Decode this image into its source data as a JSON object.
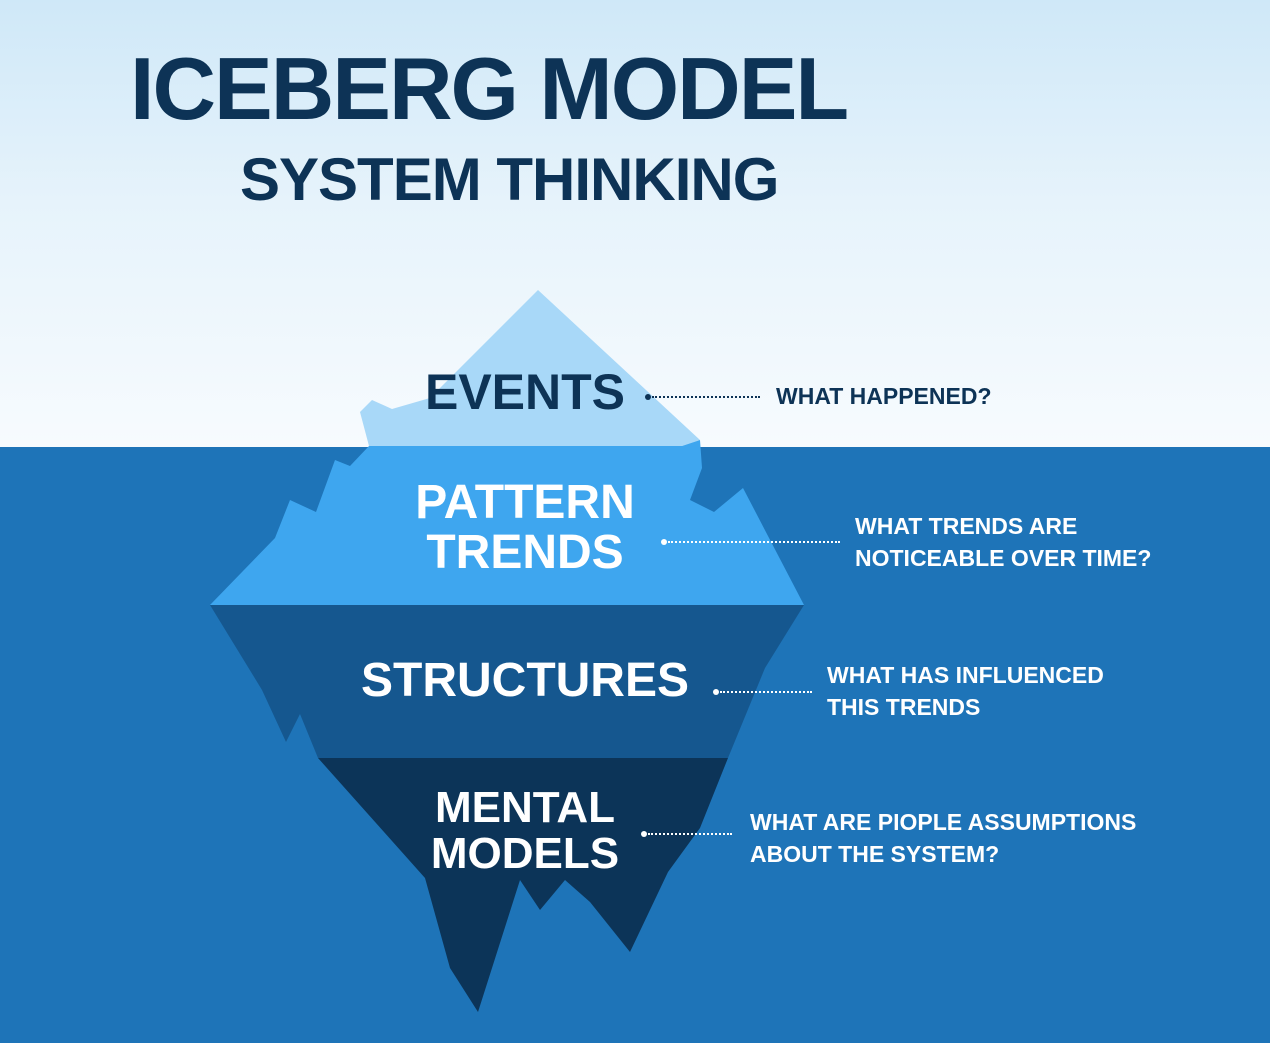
{
  "title": {
    "line1": "ICEBERG MODEL",
    "line2": "SYSTEM THINKING"
  },
  "colors": {
    "sky_top": "#cfe8f8",
    "sea": "#1e74b8",
    "title_text": "#0d3356",
    "layer_events": "#a8d8f8",
    "layer_patterns": "#3ea6ef",
    "layer_structures": "#15578f",
    "layer_mental_models": "#0c3458"
  },
  "layers": [
    {
      "label_lines": [
        "EVENTS"
      ],
      "question_lines": [
        "WHAT HAPPENED?"
      ]
    },
    {
      "label_lines": [
        "PATTERN",
        "TRENDS"
      ],
      "question_lines": [
        "WHAT TRENDS ARE",
        "NOTICEABLE OVER TIME?"
      ]
    },
    {
      "label_lines": [
        "STRUCTURES"
      ],
      "question_lines": [
        "WHAT HAS INFLUENCED",
        "THIS TRENDS"
      ]
    },
    {
      "label_lines": [
        "MENTAL",
        "MODELS"
      ],
      "question_lines": [
        "WHAT ARE PIOPLE ASSUMPTIONS",
        "ABOUT THE SYSTEM?"
      ]
    }
  ]
}
